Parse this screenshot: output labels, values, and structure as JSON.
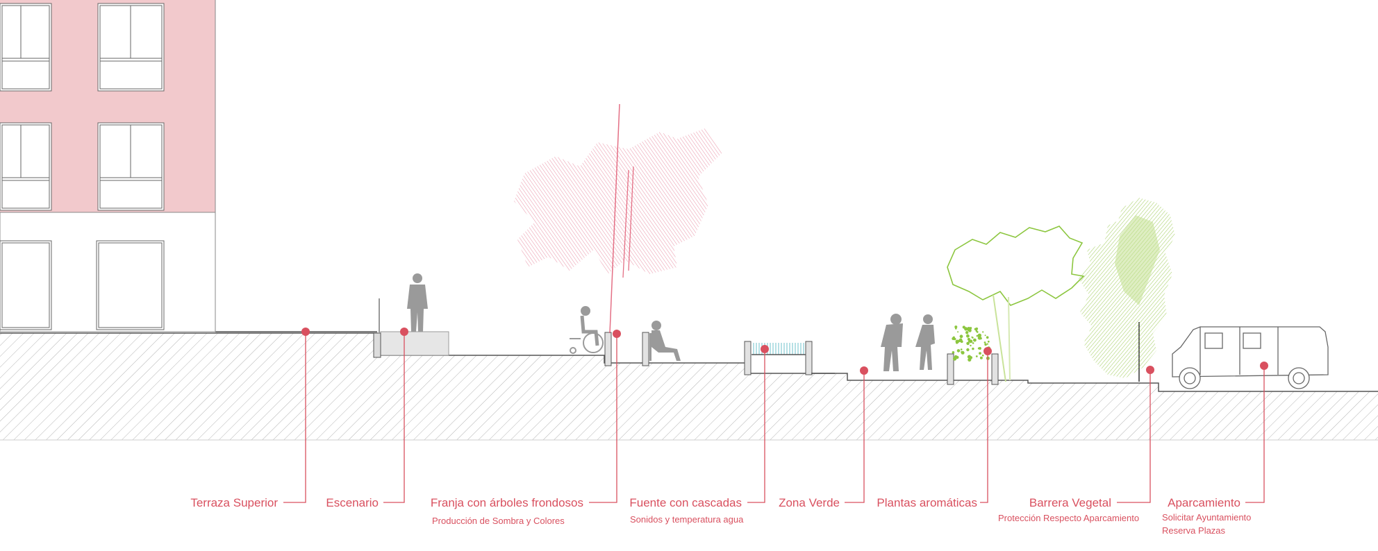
{
  "colors": {
    "accent": "#d9505f",
    "building_pink": "#f2c9cc",
    "hatch": "#b8b8b8",
    "silhouette": "#9a9a9a",
    "tree_pink": "#ec9aae",
    "tree_green": "#9ccc3f",
    "water": "#a8dbe0"
  },
  "labels": [
    {
      "id": "terraza",
      "title": "Terraza Superior",
      "subtitle": []
    },
    {
      "id": "escenario",
      "title": "Escenario",
      "subtitle": []
    },
    {
      "id": "franja",
      "title": "Franja con árboles frondosos",
      "subtitle": [
        "Producción de Sombra y Colores"
      ]
    },
    {
      "id": "fuente",
      "title": "Fuente con cascadas",
      "subtitle": [
        "Sonidos y temperatura agua"
      ]
    },
    {
      "id": "zona",
      "title": "Zona Verde",
      "subtitle": []
    },
    {
      "id": "plantas",
      "title": "Plantas aromáticas",
      "subtitle": []
    },
    {
      "id": "barrera",
      "title": "Barrera Vegetal",
      "subtitle": [
        "Protección Respecto Aparcamiento"
      ]
    },
    {
      "id": "aparcamiento",
      "title": "Aparcamiento",
      "subtitle": [
        "Solicitar Ayuntamiento",
        "Reserva Plazas"
      ]
    }
  ],
  "icons": [
    "person-standing-icon",
    "wheelchair-user-icon",
    "seated-person-icon",
    "person-walking-icon",
    "child-icon",
    "van-icon",
    "tree-icon"
  ]
}
